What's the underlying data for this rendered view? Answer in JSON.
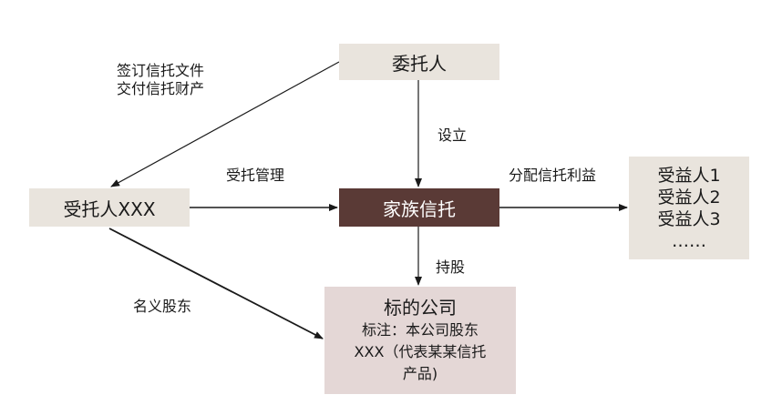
{
  "nodes": {
    "settlor": "委托人",
    "trustee": "受托人XXX",
    "trust": "家族信托",
    "beneficiaries": [
      "受益人1",
      "受益人2",
      "受益人3",
      "……"
    ],
    "company": {
      "title": "标的公司",
      "note_lines": [
        "标注：本公司股东",
        "XXX（代表某某信托",
        "产品)"
      ]
    }
  },
  "edges": {
    "settlor_to_trustee": [
      "签订信托文件",
      "交付信托财产"
    ],
    "settlor_to_trust": "设立",
    "trustee_to_trust": "受托管理",
    "trust_to_beneficiaries": "分配信托利益",
    "trust_to_company": "持股",
    "trustee_to_company": "名义股东"
  },
  "colors": {
    "light_box": "#e9e4dd",
    "pink_box": "#e4d7d6",
    "dark_box": "#5a3a36",
    "arrow": "#1a1a1a"
  }
}
